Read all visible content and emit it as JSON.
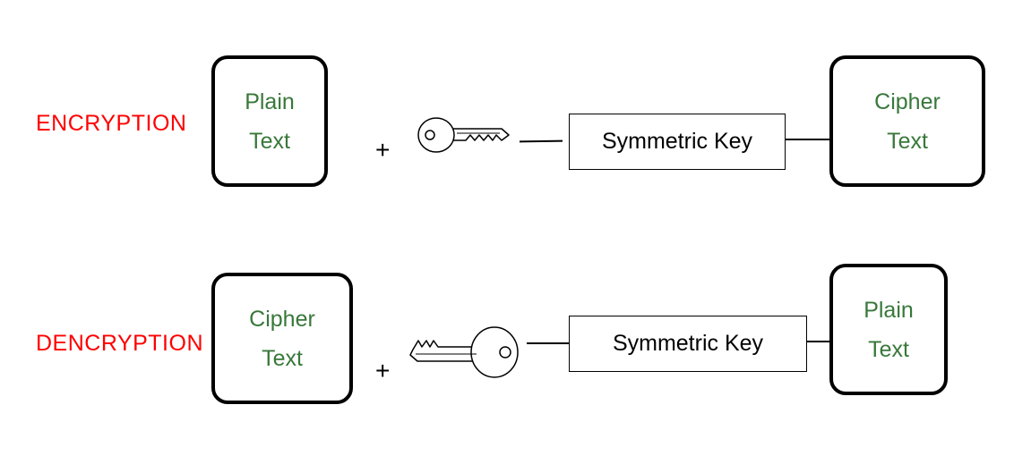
{
  "encryption": {
    "label": "ENCRYPTION",
    "input_box": {
      "line1": "Plain",
      "line2": "Text"
    },
    "operator": "+",
    "key_icon": "key-icon",
    "key_box": "Symmetric Key",
    "output_box": {
      "line1": "Cipher",
      "line2": "Text"
    }
  },
  "decryption": {
    "label": "DENCRYPTION",
    "input_box": {
      "line1": "Cipher",
      "line2": "Text"
    },
    "operator": "+",
    "key_icon": "key-icon",
    "key_box": "Symmetric Key",
    "output_box": {
      "line1": "Plain",
      "line2": "Text"
    }
  },
  "colors": {
    "row_label": "#ff0000",
    "box_text": "#38783a",
    "border": "#000000"
  }
}
